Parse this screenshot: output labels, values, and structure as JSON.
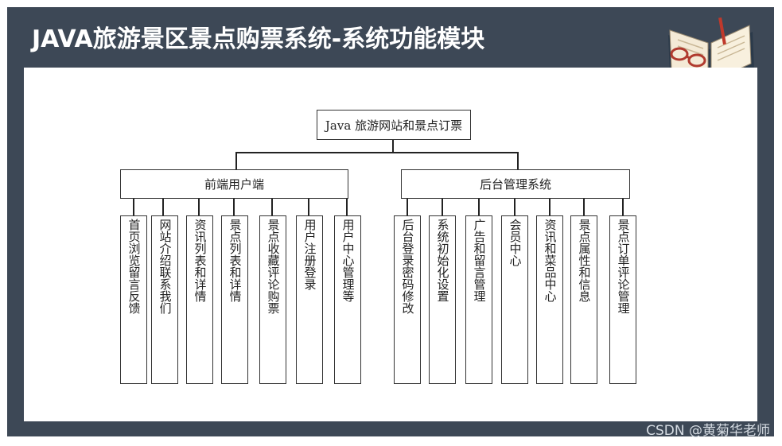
{
  "header": {
    "title": "JAVA旅游景区景点购票系统-系统功能模块"
  },
  "watermark": "CSDN @黄菊华老师",
  "diagram": {
    "root": "Java 旅游网站和景点订票",
    "branches": [
      {
        "label": "前端用户端",
        "children": [
          "首页浏览留言反馈",
          "网站介绍联系我们",
          "资讯列表和详情",
          "景点列表和详情",
          "景点收藏评论购票",
          "用户注册登录",
          "用户中心管理等"
        ]
      },
      {
        "label": "后台管理系统",
        "children": [
          "后台登录密码修改",
          "系统初始化设置",
          "广告和留言管理",
          "会员中心",
          "资讯和菜品中心",
          "景点属性和信息",
          "景点订单评论管理"
        ]
      }
    ]
  },
  "icons": {
    "book": "open-book-with-glasses-icon"
  }
}
